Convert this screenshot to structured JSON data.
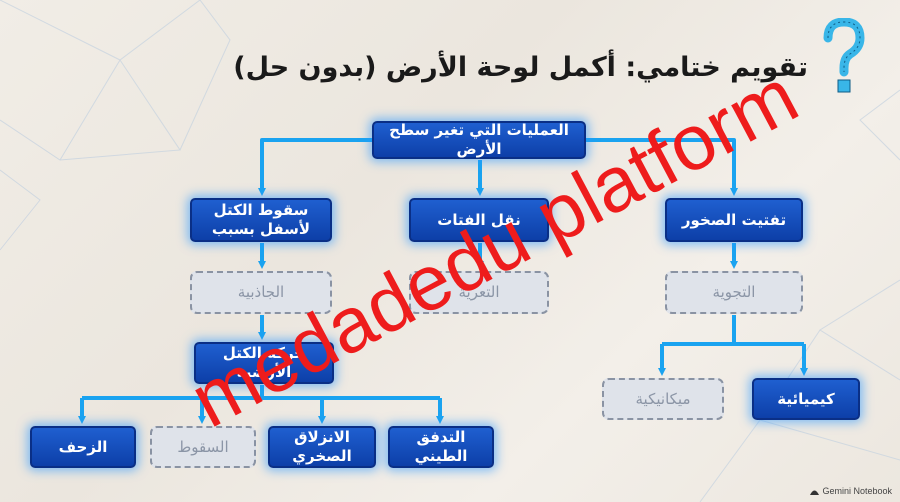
{
  "title": "تقويم ختامي: أكمل لوحة الأرض (بدون حل)",
  "root": "العمليات التي تغير سطح الأرض",
  "level1": {
    "left": "سقوط الكتل لأسفل بسبب",
    "middle": "نقل الفتات",
    "right": "تفتيت الصخور"
  },
  "level2": {
    "left": "الجاذبية",
    "middle": "التعرية",
    "right": "التجوية"
  },
  "mass_movement": "حركة الكتل الأرضية",
  "weathering_types": {
    "chemical": "كيميائية",
    "mechanical": "ميكانيكية"
  },
  "leaves": {
    "creep": "الزحف",
    "fall": "السقوط",
    "rockslide": "الانزلاق الصخري",
    "mudflow": "التدفق الطيني"
  },
  "watermark": "medadedu platform",
  "brand": "Gemini Notebook",
  "colors": {
    "node_blue": "#1547b8",
    "glow": "#2d9bff",
    "watermark_red": "#ee1c1c"
  }
}
